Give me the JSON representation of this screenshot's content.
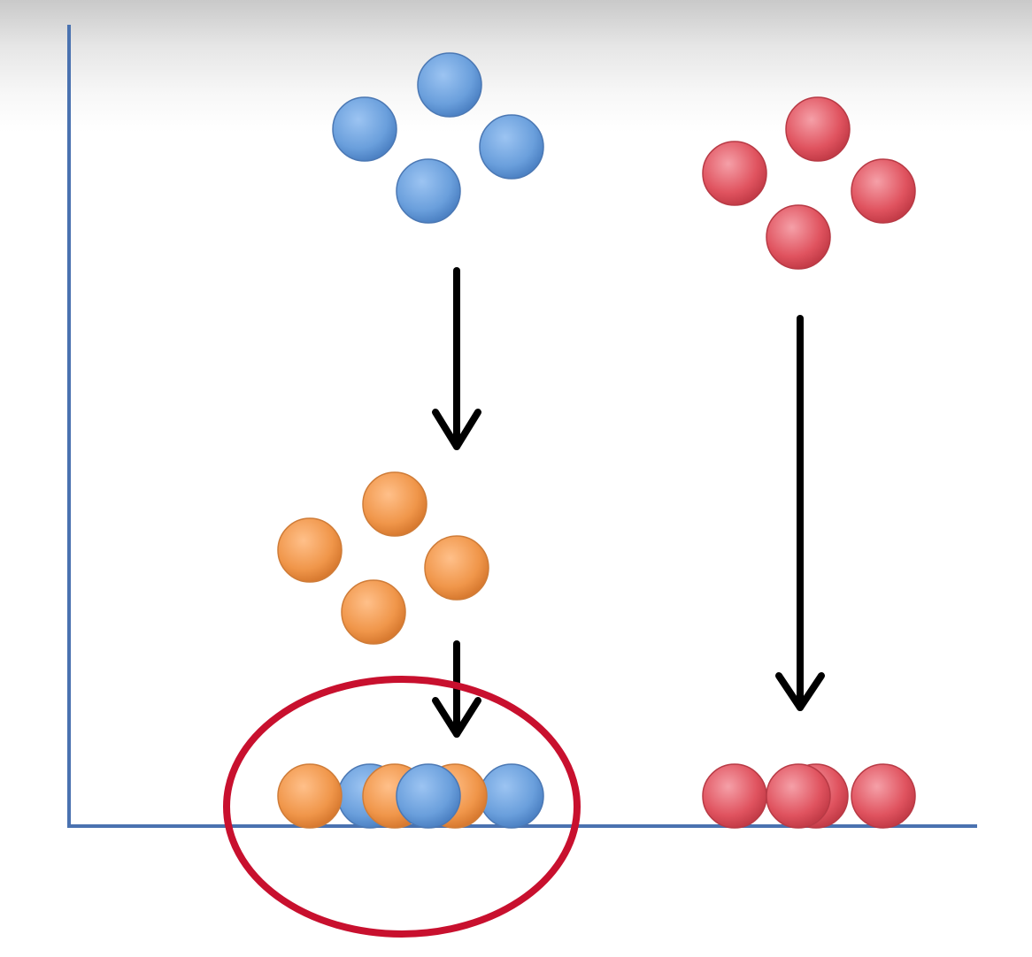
{
  "colors": {
    "axis": "#4a72b0",
    "arrow": "#000000",
    "highlight": "#c8102e",
    "blue_ball": "#6a9fdc",
    "orange_ball": "#f0964a",
    "red_ball": "#e0535f"
  },
  "groups": {
    "blue_cluster": {
      "color_name": "blue",
      "count": 4
    },
    "red_cluster": {
      "color_name": "red",
      "count": 4
    },
    "orange_cluster": {
      "color_name": "orange",
      "count": 4
    },
    "bottom_mixed": {
      "blue": 4,
      "orange": 4
    },
    "bottom_red": {
      "count": 4
    }
  }
}
